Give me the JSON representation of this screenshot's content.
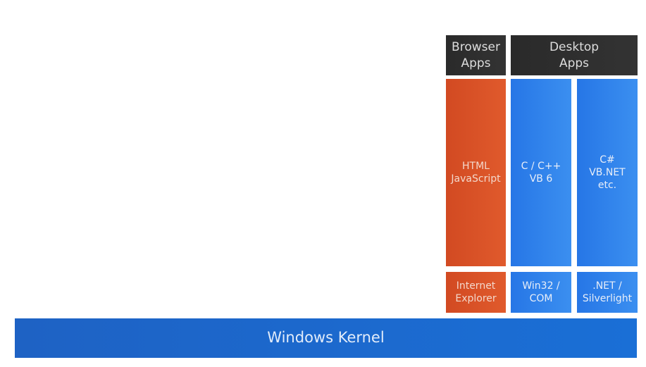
{
  "headers": {
    "browser": [
      "Browser",
      "Apps"
    ],
    "desktop": [
      "Desktop",
      "Apps"
    ]
  },
  "languages": {
    "browser": [
      "HTML",
      "JavaScript"
    ],
    "native": [
      "C / C++",
      "VB 6"
    ],
    "managed": [
      "C#",
      "VB.NET",
      "etc."
    ]
  },
  "platforms": {
    "browser": [
      "Internet",
      "Explorer"
    ],
    "native": [
      "Win32 /",
      "COM"
    ],
    "managed": [
      ".NET /",
      "Silverlight"
    ]
  },
  "kernel": "Windows Kernel",
  "colors": {
    "header": "#2d2d2d",
    "browser": "#d94f26",
    "desktop": "#2f82ec",
    "kernel": "#1c68cd"
  }
}
